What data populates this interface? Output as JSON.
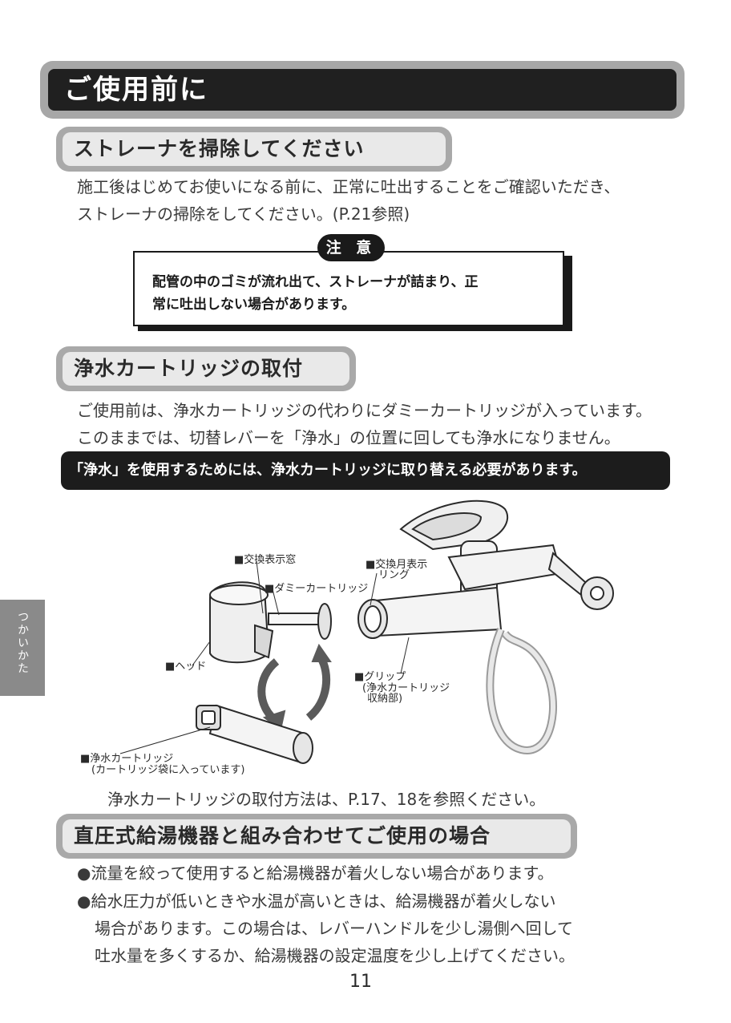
{
  "page_title": "ご使用前に",
  "section1": {
    "heading": "ストレーナを掃除してください",
    "lines": [
      "施工後はじめてお使いになる前に、正常に吐出することをご確認いただき、",
      "ストレーナの掃除をしてください。(P.21参照)"
    ]
  },
  "caution": {
    "badge": "注 意",
    "lines": [
      "配管の中のゴミが流れ出て、ストレーナが詰まり、正",
      "常に吐出しない場合があります。"
    ]
  },
  "section2": {
    "heading": "浄水カートリッジの取付",
    "lines": [
      "ご使用前は、浄水カートリッジの代わりにダミーカートリッジが入っています。",
      "このままでは、切替レバーを「浄水」の位置に回しても浄水になりません。"
    ],
    "banner": "「浄水」を使用するためには、浄水カートリッジに取り替える必要があります。",
    "figure_labels": {
      "window": "■交換表示窓",
      "dummy": "■ダミーカートリッジ",
      "head": "■ヘッド",
      "ring_1": "■交換月表示",
      "ring_2": "リング",
      "grip_1": "■グリップ",
      "grip_2": "(浄水カートリッジ",
      "grip_3": "収納部)",
      "cartridge_1": "■浄水カートリッジ",
      "cartridge_2": "(カートリッジ袋に入っています)"
    },
    "figure_note": "浄水カートリッジの取付方法は、P.17、18を参照ください。"
  },
  "section3": {
    "heading": "直圧式給湯機器と組み合わせてご使用の場合",
    "bullets": [
      [
        "●流量を絞って使用すると給湯機器が着火しない場合があります。"
      ],
      [
        "●給水圧力が低いときや水温が高いときは、給湯機器が着火しない",
        "場合があります。この場合は、レバーハンドルを少し湯側へ回して",
        "吐水量を多くするか、給湯機器の設定温度を少し上げてください。"
      ]
    ]
  },
  "side_tab": "つかいかた",
  "page_number": "11"
}
